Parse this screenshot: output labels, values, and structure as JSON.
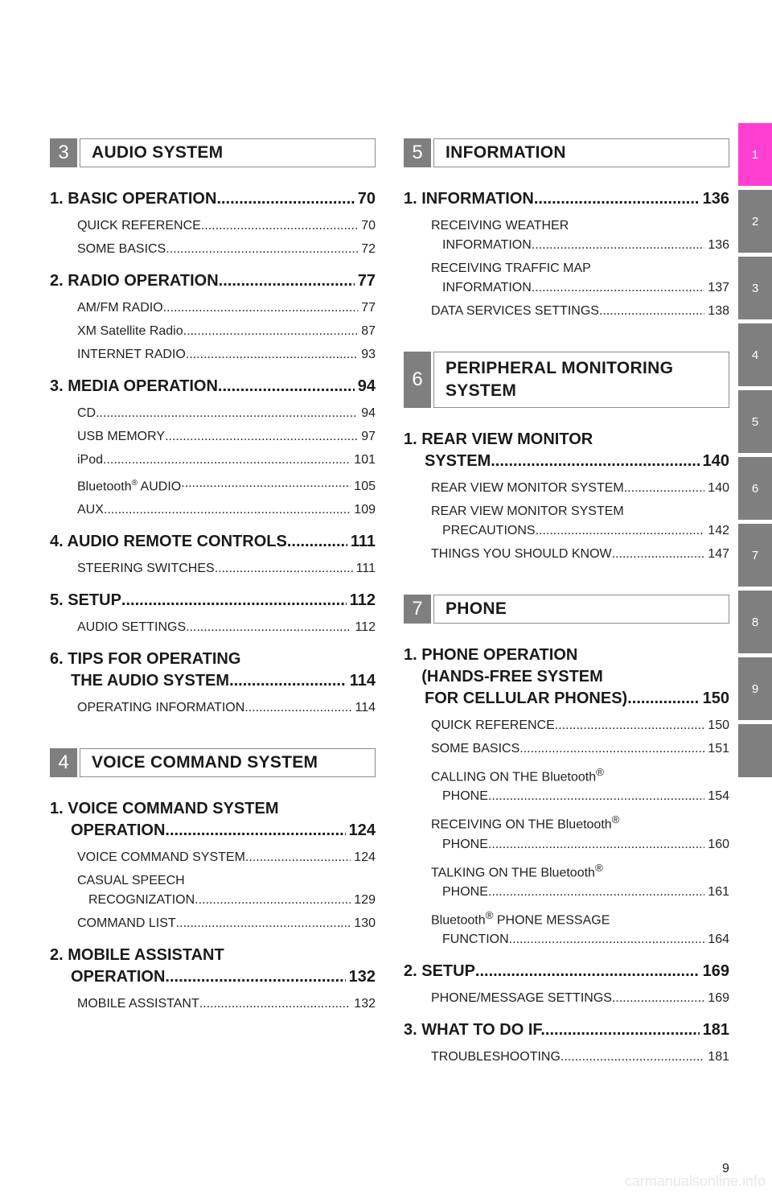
{
  "left": {
    "sections": [
      {
        "num": "3",
        "title": "AUDIO SYSTEM",
        "chapters": [
          {
            "title": "1. BASIC OPERATION",
            "page": "70",
            "entries": [
              {
                "name": "QUICK REFERENCE",
                "page": "70"
              },
              {
                "name": "SOME BASICS",
                "page": "72"
              }
            ]
          },
          {
            "title": "2. RADIO OPERATION",
            "page": "77",
            "entries": [
              {
                "name": "AM/FM RADIO",
                "page": "77"
              },
              {
                "name": "XM Satellite Radio",
                "page": "87"
              },
              {
                "name": "INTERNET RADIO",
                "page": "93"
              }
            ]
          },
          {
            "title": "3. MEDIA OPERATION",
            "page": "94",
            "entries": [
              {
                "name": "CD",
                "page": "94"
              },
              {
                "name": "USB MEMORY",
                "page": "97"
              },
              {
                "name": "iPod",
                "page": "101"
              },
              {
                "name": "Bluetooth® AUDIO",
                "page": "105"
              },
              {
                "name": "AUX",
                "page": "109"
              }
            ]
          },
          {
            "title": "4. AUDIO REMOTE CONTROLS",
            "page": "111",
            "entries": [
              {
                "name": "STEERING SWITCHES",
                "page": "111"
              }
            ]
          },
          {
            "title": "5. SETUP",
            "page": "112",
            "entries": [
              {
                "name": "AUDIO SETTINGS",
                "page": "112"
              }
            ]
          },
          {
            "title_lines": [
              "6. TIPS FOR OPERATING"
            ],
            "title_last": "THE AUDIO SYSTEM",
            "page": "114",
            "entries": [
              {
                "name": "OPERATING INFORMATION",
                "page": "114"
              }
            ]
          }
        ]
      },
      {
        "num": "4",
        "title": "VOICE COMMAND SYSTEM",
        "chapters": [
          {
            "title_lines": [
              "1. VOICE COMMAND SYSTEM"
            ],
            "title_last": "OPERATION",
            "page": "124",
            "entries": [
              {
                "name": "VOICE COMMAND SYSTEM",
                "page": "124"
              },
              {
                "name_lines": [
                  "CASUAL SPEECH"
                ],
                "name_last": "RECOGNIZATION",
                "page": "129"
              },
              {
                "name": "COMMAND LIST",
                "page": "130"
              }
            ]
          },
          {
            "title_lines": [
              "2. MOBILE ASSISTANT"
            ],
            "title_last": "OPERATION",
            "page": "132",
            "entries": [
              {
                "name": "MOBILE ASSISTANT",
                "page": "132"
              }
            ]
          }
        ]
      }
    ]
  },
  "right": {
    "sections": [
      {
        "num": "5",
        "title": "INFORMATION",
        "chapters": [
          {
            "title": "1. INFORMATION",
            "page": "136",
            "entries": [
              {
                "name_lines": [
                  "RECEIVING WEATHER"
                ],
                "name_last": "INFORMATION",
                "page": "136"
              },
              {
                "name_lines": [
                  "RECEIVING TRAFFIC MAP"
                ],
                "name_last": "INFORMATION",
                "page": "137"
              },
              {
                "name": "DATA SERVICES SETTINGS",
                "page": "138"
              }
            ]
          }
        ]
      },
      {
        "num": "6",
        "title": "PERIPHERAL MONITORING\nSYSTEM",
        "tall": true,
        "chapters": [
          {
            "title_lines": [
              "1. REAR VIEW MONITOR"
            ],
            "title_last": "SYSTEM",
            "page": "140",
            "entries": [
              {
                "name": "REAR VIEW MONITOR SYSTEM",
                "page": "140"
              },
              {
                "name_lines": [
                  "REAR VIEW MONITOR SYSTEM"
                ],
                "name_last": "PRECAUTIONS",
                "page": "142"
              },
              {
                "name": "THINGS YOU SHOULD KNOW",
                "page": "147"
              }
            ]
          }
        ]
      },
      {
        "num": "7",
        "title": "PHONE",
        "chapters": [
          {
            "title_lines": [
              "1. PHONE OPERATION",
              "    (HANDS-FREE SYSTEM"
            ],
            "title_last": "FOR CELLULAR PHONES)",
            "page": "150",
            "entries": [
              {
                "name": "QUICK REFERENCE",
                "page": "150"
              },
              {
                "name": "SOME BASICS",
                "page": "151"
              },
              {
                "name_lines": [
                  "CALLING ON THE Bluetooth®"
                ],
                "name_last": "PHONE",
                "page": "154"
              },
              {
                "name_lines": [
                  "RECEIVING ON THE Bluetooth®"
                ],
                "name_last": "PHONE",
                "page": "160"
              },
              {
                "name_lines": [
                  "TALKING ON THE Bluetooth®"
                ],
                "name_last": "PHONE",
                "page": "161"
              },
              {
                "name_lines": [
                  "Bluetooth® PHONE MESSAGE"
                ],
                "name_last": "FUNCTION",
                "page": "164"
              }
            ]
          },
          {
            "title": "2. SETUP",
            "page": "169",
            "entries": [
              {
                "name": "PHONE/MESSAGE SETTINGS",
                "page": "169"
              }
            ]
          },
          {
            "title": "3. WHAT TO DO IF...",
            "page": "181",
            "entries": [
              {
                "name": "TROUBLESHOOTING",
                "page": "181"
              }
            ]
          }
        ]
      }
    ]
  },
  "tabs": [
    "1",
    "2",
    "3",
    "4",
    "5",
    "6",
    "7",
    "8",
    "9",
    ""
  ],
  "active_tab": "1",
  "colors": {
    "tab": "#7f7f7f",
    "active_tab": "#ff3fd2",
    "section_num": "#7f7f7f"
  },
  "page_number": "9",
  "watermark": "carmanualsonline.info"
}
